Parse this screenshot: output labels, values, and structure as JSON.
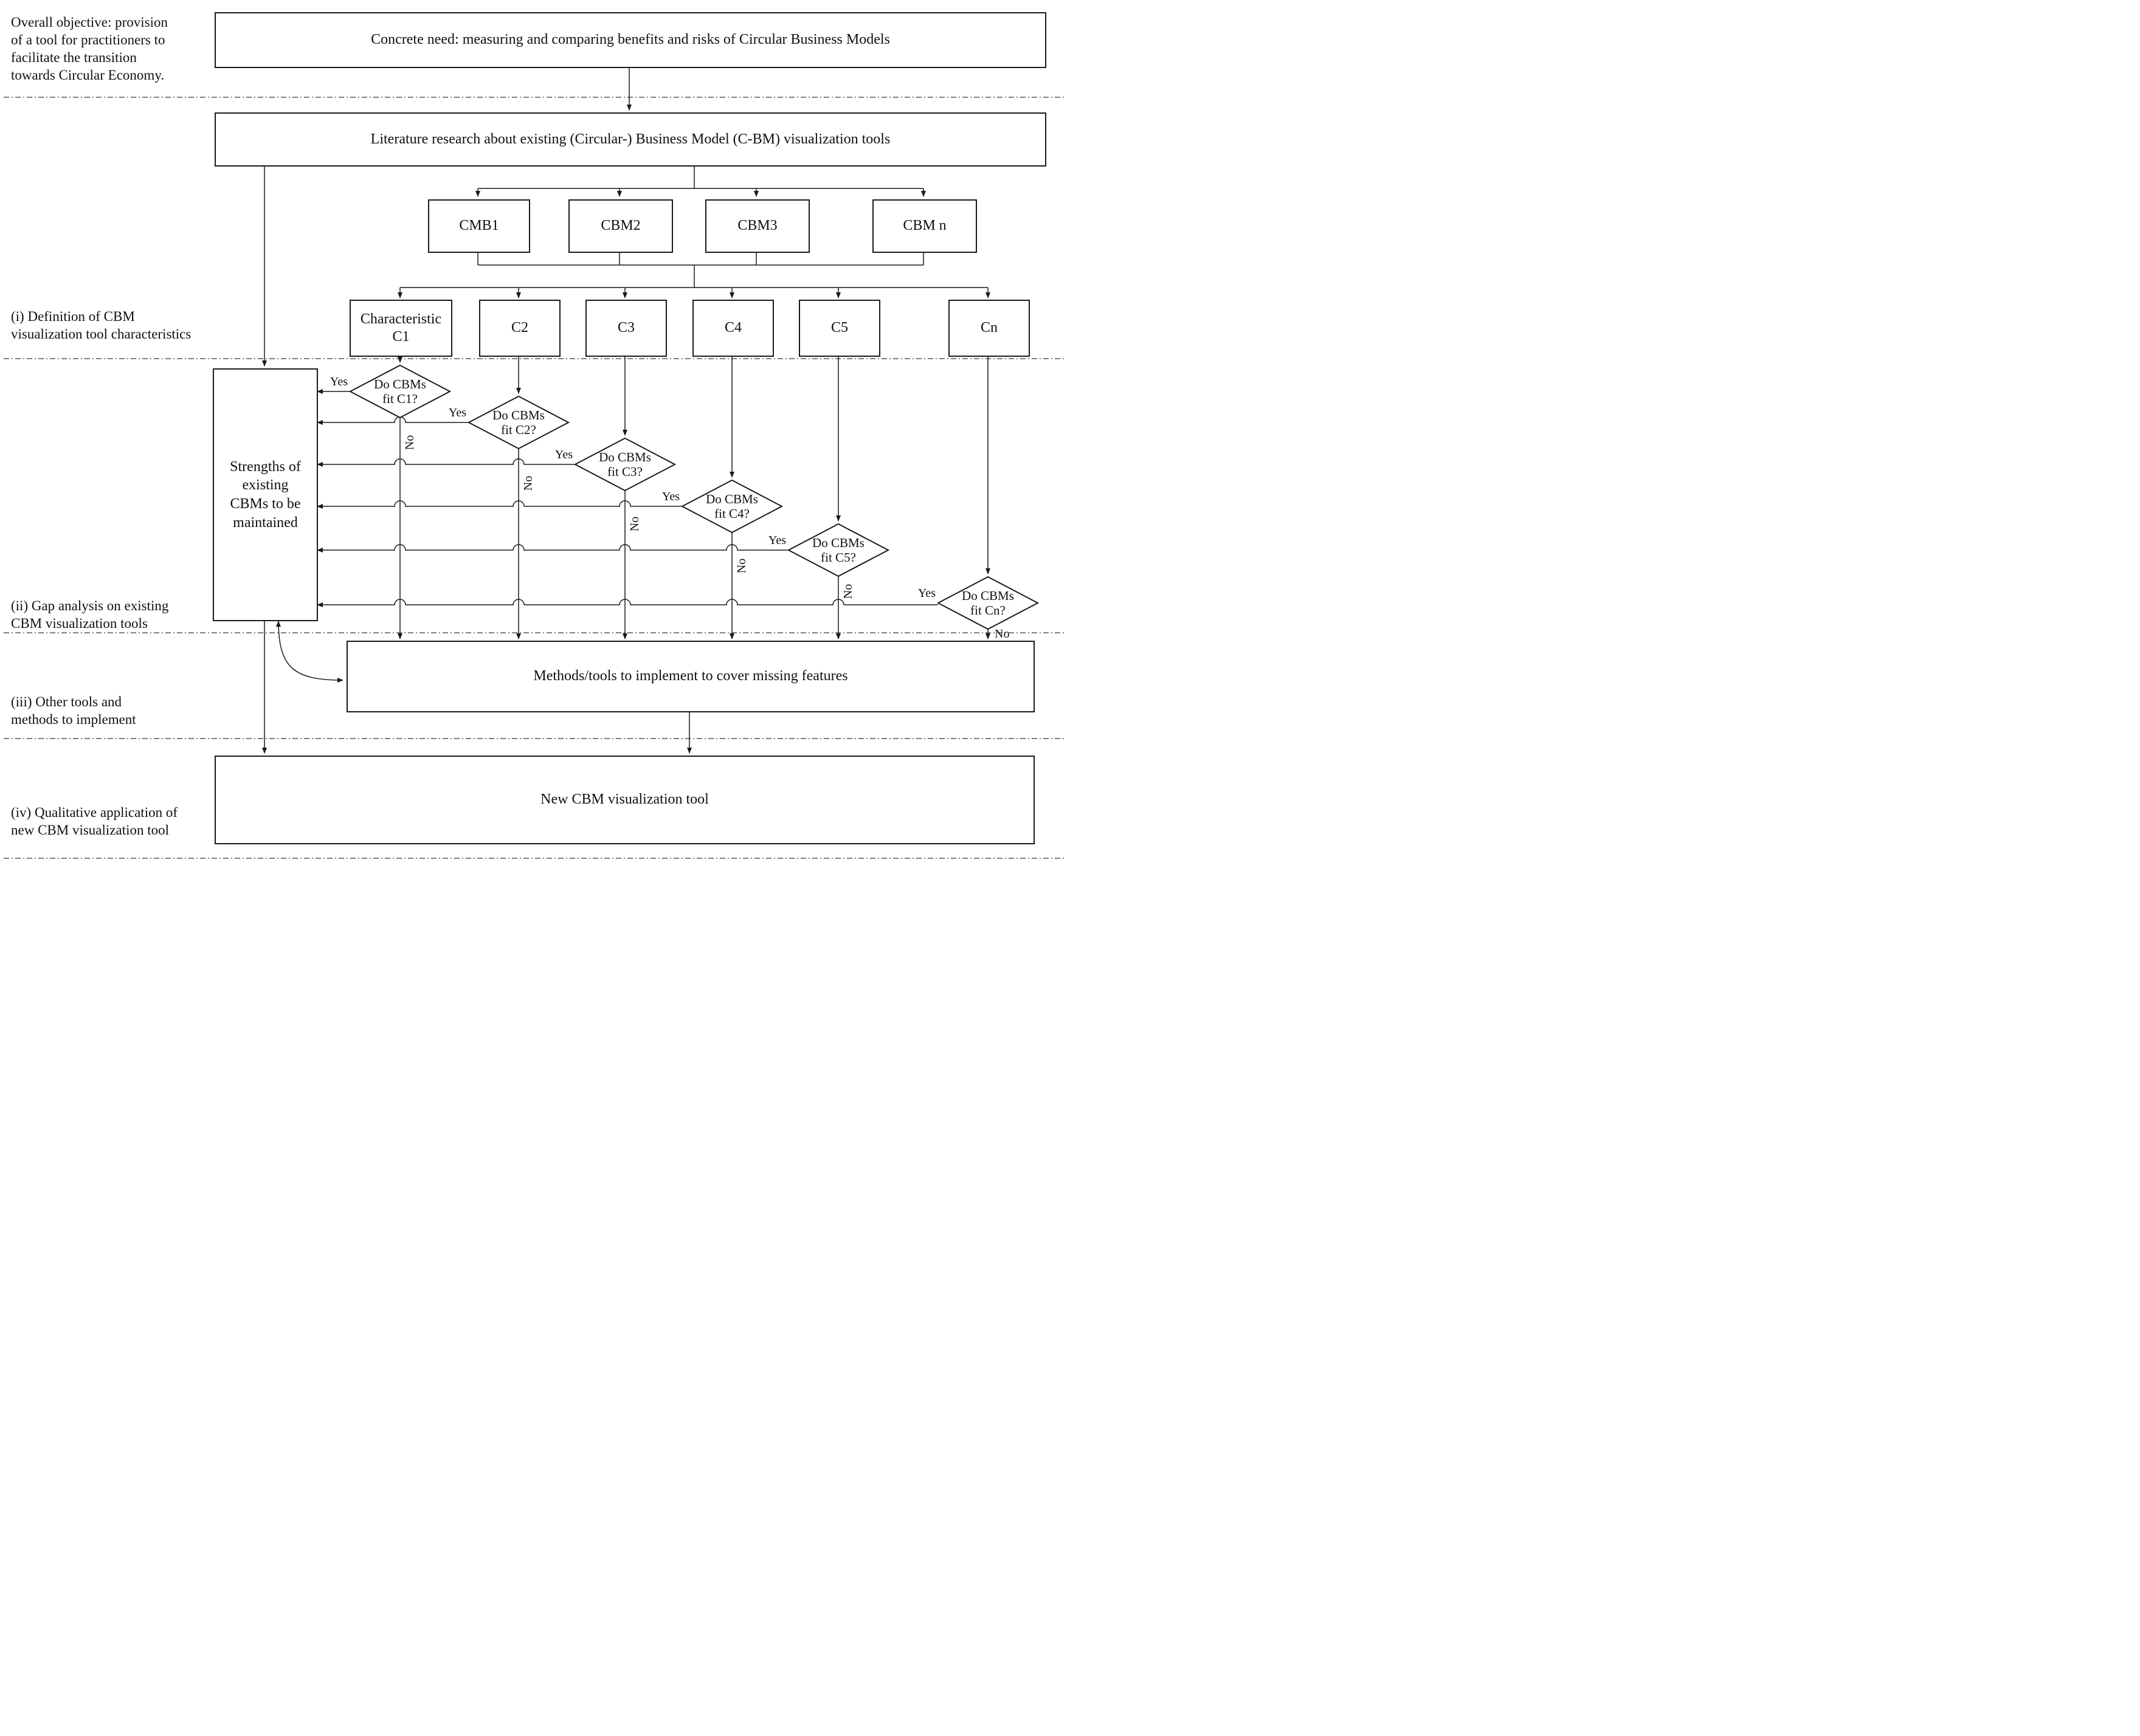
{
  "diagram_title_context": "CBM visualization tool research methodology flowchart",
  "colors": {
    "ink": "#1a1a1a",
    "background": "#ffffff"
  },
  "side_labels": [
    {
      "lines": [
        "Overall objective: provision",
        "of a tool for practitioners to",
        "facilitate the transition",
        "towards Circular Economy."
      ]
    },
    {
      "lines": [
        "(i) Definition of CBM",
        "visualization tool characteristics"
      ]
    },
    {
      "lines": [
        "(ii) Gap analysis on existing",
        "CBM visualization tools"
      ]
    },
    {
      "lines": [
        "(iii) Other tools and",
        "methods to implement"
      ]
    },
    {
      "lines": [
        "(iv) Qualitative application of",
        "new CBM visualization tool"
      ]
    }
  ],
  "nodes": {
    "concrete_need": "Concrete need: measuring and comparing benefits and risks of Circular Business Models",
    "literature": "Literature research about existing (Circular-) Business Model (C-BM) visualization tools",
    "strengths_lines": [
      "Strengths of",
      "existing",
      "CBMs to be",
      "maintained"
    ],
    "methods": "Methods/tools to implement to cover missing features",
    "new_tool": "New CBM visualization tool"
  },
  "cbm_models": [
    "CMB1",
    "CBM2",
    "CBM3",
    "CBM n"
  ],
  "characteristics": [
    {
      "lines": [
        "Characteristic",
        "C1"
      ]
    },
    {
      "lines": [
        "C2"
      ]
    },
    {
      "lines": [
        "C3"
      ]
    },
    {
      "lines": [
        "C4"
      ]
    },
    {
      "lines": [
        "C5"
      ]
    },
    {
      "lines": [
        "Cn"
      ]
    }
  ],
  "decisions": [
    {
      "lines": [
        "Do CBMs",
        "fit C1?"
      ],
      "yes": "Yes",
      "no": "No"
    },
    {
      "lines": [
        "Do CBMs",
        "fit C2?"
      ],
      "yes": "Yes",
      "no": "No"
    },
    {
      "lines": [
        "Do CBMs",
        "fit C3?"
      ],
      "yes": "Yes",
      "no": "No"
    },
    {
      "lines": [
        "Do CBMs",
        "fit C4?"
      ],
      "yes": "Yes",
      "no": "No"
    },
    {
      "lines": [
        "Do CBMs",
        "fit C5?"
      ],
      "yes": "Yes",
      "no": "No"
    },
    {
      "lines": [
        "Do CBMs",
        "fit Cn?"
      ],
      "yes": "Yes",
      "no": "No"
    }
  ]
}
